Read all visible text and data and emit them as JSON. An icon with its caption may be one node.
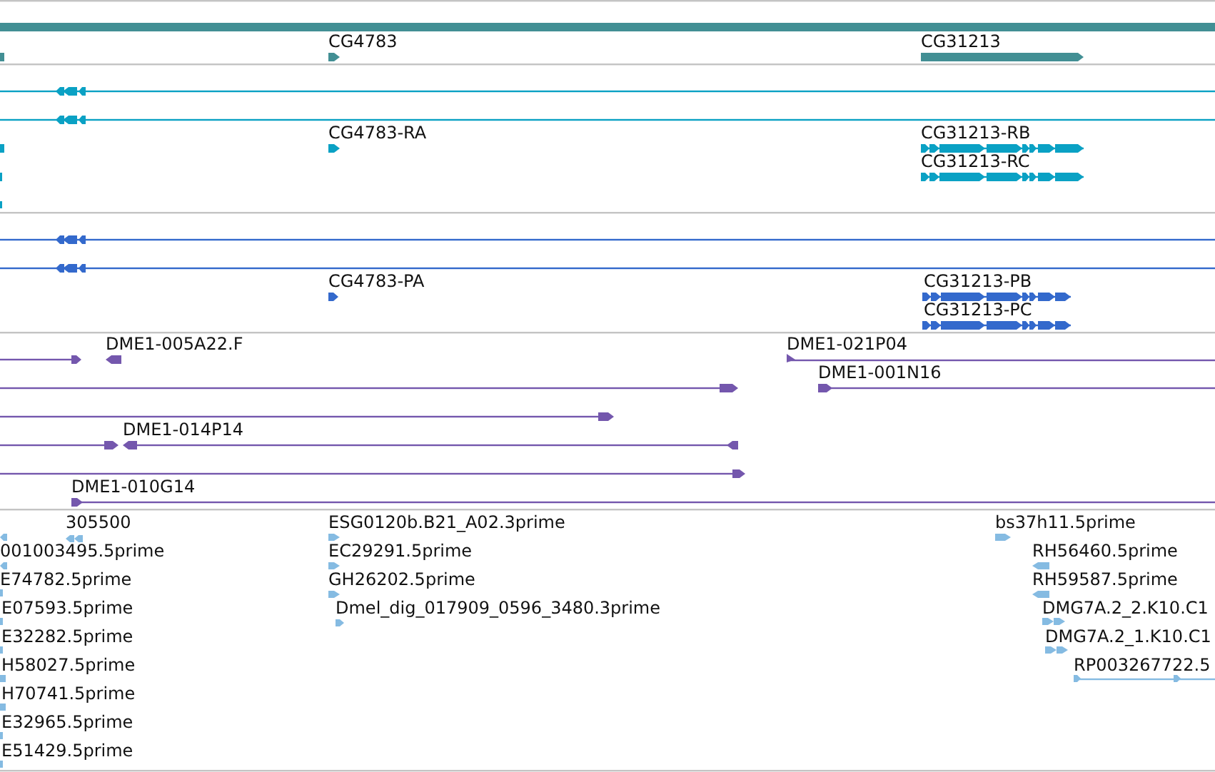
{
  "diagram": {
    "labels": [
      "CG4783",
      "CG31213",
      "CG4783-RA",
      "CG31213-RB",
      "CG31213-RC",
      "CG4783-PA",
      "CG31213-PB",
      "CG31213-PC",
      "DME1-005A22.F",
      "DME1-021P04",
      "DME1-001N16",
      "DME1-014P14",
      "DME1-010G14",
      "305500",
      "ESG0120b.B21_A02.3prime",
      "bs37h11.5prime",
      "001003495.5prime",
      "EC29291.5prime",
      "RH56460.5prime",
      "E74782.5prime",
      "GH26202.5prime",
      "RH59587.5prime",
      "E07593.5prime",
      "Dmel_dig_017909_0596_3480.3prime",
      "DMG7A.2_2.K10.C1",
      "E32282.5prime",
      "DMG7A.2_1.K10.C1",
      "H58027.5prime",
      "RP003267722.5",
      "H70741.5prime",
      "E32965.5prime",
      "E51429.5prime"
    ]
  }
}
